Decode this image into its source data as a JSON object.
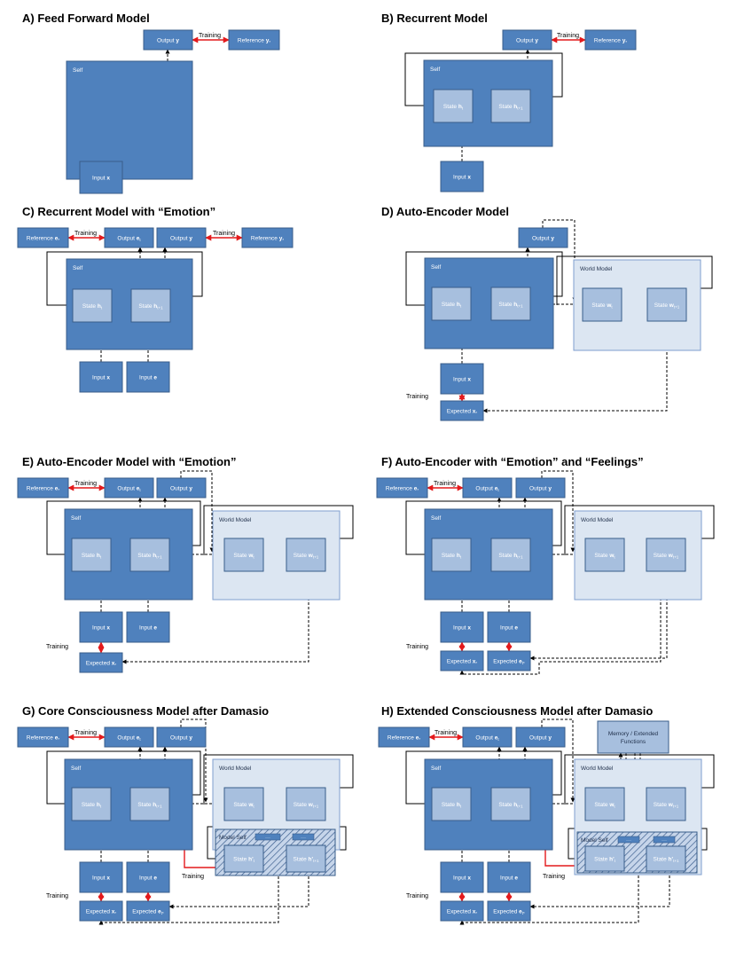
{
  "panels": {
    "A": {
      "title": "A) Feed Forward Model"
    },
    "B": {
      "title": "B) Recurrent Model"
    },
    "C": {
      "title": "C) Recurrent Model with “Emotion”"
    },
    "D": {
      "title": "D) Auto-Encoder Model"
    },
    "E": {
      "title": "E) Auto-Encoder Model with “Emotion”"
    },
    "F": {
      "title": "F) Auto-Encoder with “Emotion” and “Feelings”"
    },
    "G": {
      "title": "G) Core Consciousness Model after Damasio"
    },
    "H": {
      "title": "H) Extended Consciousness Model after Damasio"
    }
  },
  "labels": {
    "self": "Self",
    "world_model": "World Model",
    "model_self": "Model Self",
    "training": "Training",
    "memory_1": "Memory / Extended",
    "memory_2": "Functions",
    "ellipsis": "......"
  },
  "boxes": {
    "output_y": {
      "pre": "Output ",
      "sym": "y",
      "sub": ""
    },
    "ref_y": {
      "pre": "Reference ",
      "sym": "y",
      "sub": "*"
    },
    "input_x": {
      "pre": "Input ",
      "sym": "x",
      "sub": ""
    },
    "input_e": {
      "pre": "Input ",
      "sym": "e",
      "sub": ""
    },
    "output_e": {
      "pre": "Output ",
      "sym": "e",
      "sub": "t"
    },
    "ref_e": {
      "pre": "Reference ",
      "sym": "e",
      "sub": "*"
    },
    "state_h": {
      "pre": "State ",
      "sym": "h",
      "sub": "t"
    },
    "state_h1": {
      "pre": "State ",
      "sym": "h",
      "sub": "t+1"
    },
    "state_w": {
      "pre": "State ",
      "sym": "w",
      "sub": "t"
    },
    "state_w1": {
      "pre": "State ",
      "sym": "w",
      "sub": "t+1"
    },
    "state_hp": {
      "pre": "State ",
      "sym": "h'",
      "sub": "t"
    },
    "state_hp1": {
      "pre": "State ",
      "sym": "h'",
      "sub": "t+1"
    },
    "expected_x": {
      "pre": "Expected ",
      "sym": "x",
      "sub": "*"
    },
    "expected_e": {
      "pre": "Expected ",
      "sym": "e",
      "sub": "t*"
    }
  },
  "colors": {
    "dark_box": "#4f81bd",
    "dark_border": "#385d8a",
    "light_box": "#a7bfde",
    "world_fill": "#dce6f2",
    "world_border": "#7f9fcf",
    "training_arrow": "#e31a1c",
    "connector": "#000000"
  }
}
